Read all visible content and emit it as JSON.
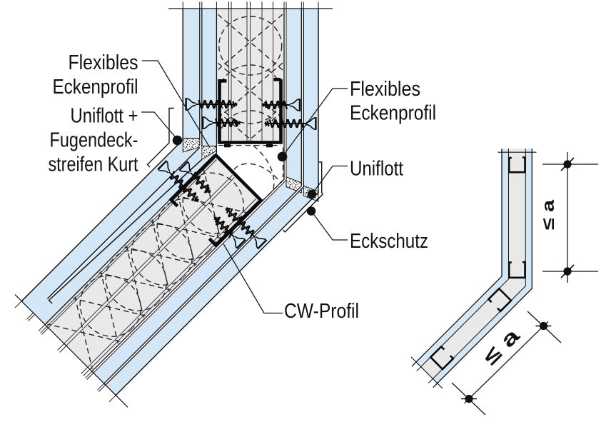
{
  "colors": {
    "board_blue": "#d3e7f7",
    "cavity_grey": "#e9e9e9",
    "line": "#111111",
    "stud": "#0a0a0a",
    "thin_line": "#2e2e2e",
    "insulation": "#242424",
    "background": "#ffffff"
  },
  "labels": {
    "flexibles_eckenprofil_left": [
      "Flexibles",
      "Eckenprofil"
    ],
    "uniflott_fugendeckstreifen": [
      "Uniflott +",
      "Fugendeck-",
      "streifen Kurt"
    ],
    "flexibles_eckenprofil_right": [
      "Flexibles",
      "Eckenprofil"
    ],
    "uniflott": "Uniflott",
    "eckschutz": "Eckschutz",
    "cw_profil": "CW-Profil"
  },
  "dimensions": {
    "vertical": "≤ a",
    "diagonal": "≤ a"
  }
}
